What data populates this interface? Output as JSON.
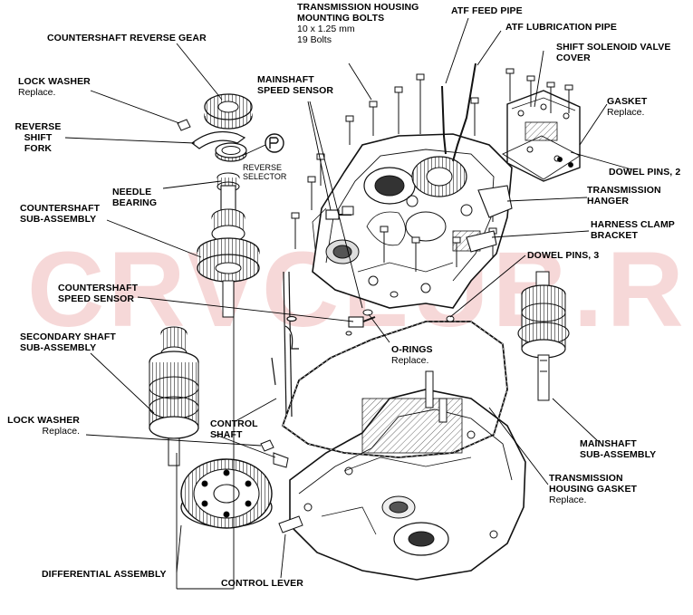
{
  "watermark": "CRVCLUB.RU",
  "labels": {
    "countershaft_reverse_gear": {
      "title": "COUNTERSHAFT REVERSE GEAR"
    },
    "lock_washer_top": {
      "title": "LOCK WASHER",
      "note": "Replace."
    },
    "reverse_shift_fork": {
      "title1": "REVERSE",
      "title2": "SHIFT",
      "title3": "FORK"
    },
    "reverse_selector": {
      "line1": "REVERSE",
      "line2": "SELECTOR"
    },
    "needle_bearing": {
      "title1": "NEEDLE",
      "title2": "BEARING"
    },
    "countershaft_subassembly": {
      "title1": "COUNTERSHAFT",
      "title2": "SUB-ASSEMBLY"
    },
    "countershaft_speed_sensor": {
      "title1": "COUNTERSHAFT",
      "title2": "SPEED SENSOR"
    },
    "secondary_shaft_subassembly": {
      "title1": "SECONDARY SHAFT",
      "title2": "SUB-ASSEMBLY"
    },
    "lock_washer_bottom": {
      "title": "LOCK WASHER",
      "note": "Replace."
    },
    "control_shaft": {
      "title1": "CONTROL",
      "title2": "SHAFT"
    },
    "differential_assembly": {
      "title": "DIFFERENTIAL ASSEMBLY"
    },
    "control_lever": {
      "title": "CONTROL LEVER"
    },
    "transmission_housing_bolts": {
      "title1": "TRANSMISSION HOUSING",
      "title2": "MOUNTING BOLTS",
      "spec1": "10 x 1.25 mm",
      "spec2": "19 Bolts"
    },
    "mainshaft_speed_sensor": {
      "title1": "MAINSHAFT",
      "title2": "SPEED SENSOR"
    },
    "atf_feed_pipe": {
      "title": "ATF FEED PIPE"
    },
    "atf_lubrication_pipe": {
      "title": "ATF LUBRICATION PIPE"
    },
    "shift_solenoid_valve_cover": {
      "title1": "SHIFT SOLENOID VALVE",
      "title2": "COVER"
    },
    "gasket": {
      "title": "GASKET",
      "note": "Replace."
    },
    "dowel_pins_2": {
      "title": "DOWEL PINS, 2"
    },
    "transmission_hanger": {
      "title1": "TRANSMISSION",
      "title2": "HANGER"
    },
    "harness_clamp_bracket": {
      "title1": "HARNESS CLAMP",
      "title2": "BRACKET"
    },
    "dowel_pins_3": {
      "title": "DOWEL PINS, 3"
    },
    "o_rings": {
      "title": "O-RINGS",
      "note": "Replace."
    },
    "mainshaft_subassembly": {
      "title1": "MAINSHAFT",
      "title2": "SUB-ASSEMBLY"
    },
    "transmission_housing_gasket": {
      "title1": "TRANSMISSION",
      "title2": "HOUSING GASKET",
      "note": "Replace."
    }
  }
}
